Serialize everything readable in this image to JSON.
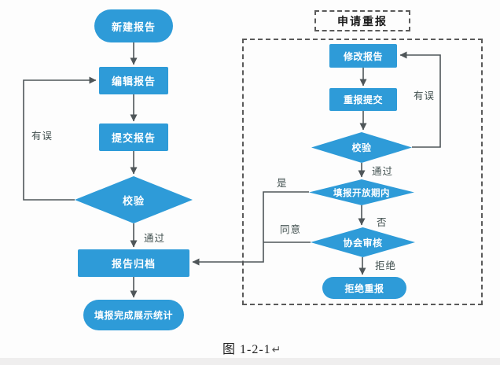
{
  "diagram": {
    "group_title": "申请重报",
    "caption": {
      "text": "图 1-2-1",
      "mark": "↵"
    },
    "nodes": {
      "start": {
        "label": "新建报告",
        "type": "terminator"
      },
      "edit": {
        "label": "编辑报告",
        "type": "process"
      },
      "submit": {
        "label": "提交报告",
        "type": "process"
      },
      "check1": {
        "label": "校验",
        "type": "decision"
      },
      "archive": {
        "label": "报告归档",
        "type": "process"
      },
      "finish": {
        "label": "填报完成展示统计",
        "type": "terminator"
      },
      "modify": {
        "label": "修改报告",
        "type": "process"
      },
      "resubmit": {
        "label": "重报提交",
        "type": "process"
      },
      "check2": {
        "label": "校验",
        "type": "decision"
      },
      "period": {
        "label": "填报开放期内",
        "type": "decision"
      },
      "review": {
        "label": "协会审核",
        "type": "decision"
      },
      "reject": {
        "label": "拒绝重报",
        "type": "terminator"
      }
    },
    "edge_labels": {
      "error_left": "有误",
      "pass_left": "通过",
      "error_right": "有误",
      "pass_right": "通过",
      "yes": "是",
      "no": "否",
      "agree": "同意",
      "refuse": "拒绝"
    },
    "edges": [
      {
        "from": "新建报告",
        "to": "编辑报告",
        "label": ""
      },
      {
        "from": "编辑报告",
        "to": "提交报告",
        "label": ""
      },
      {
        "from": "提交报告",
        "to": "校验",
        "label": ""
      },
      {
        "from": "校验",
        "to": "编辑报告",
        "label": "有误"
      },
      {
        "from": "校验",
        "to": "报告归档",
        "label": "通过"
      },
      {
        "from": "报告归档",
        "to": "填报完成展示统计",
        "label": ""
      },
      {
        "from": "修改报告",
        "to": "重报提交",
        "label": ""
      },
      {
        "from": "重报提交",
        "to": "校验(重报)",
        "label": ""
      },
      {
        "from": "校验(重报)",
        "to": "修改报告",
        "label": "有误"
      },
      {
        "from": "校验(重报)",
        "to": "填报开放期内",
        "label": "通过"
      },
      {
        "from": "填报开放期内",
        "to": "报告归档",
        "label": "是"
      },
      {
        "from": "填报开放期内",
        "to": "协会审核",
        "label": "否"
      },
      {
        "from": "协会审核",
        "to": "报告归档",
        "label": "同意"
      },
      {
        "from": "协会审核",
        "to": "拒绝重报",
        "label": "拒绝"
      }
    ],
    "colors": {
      "node_fill": "#2E9BD8",
      "node_text": "#FFFFFF",
      "connector": "#4F5659",
      "dashed_border": "#5A5A5A",
      "edge_label_text": "#41504F",
      "background": "#FDFDFD"
    }
  }
}
